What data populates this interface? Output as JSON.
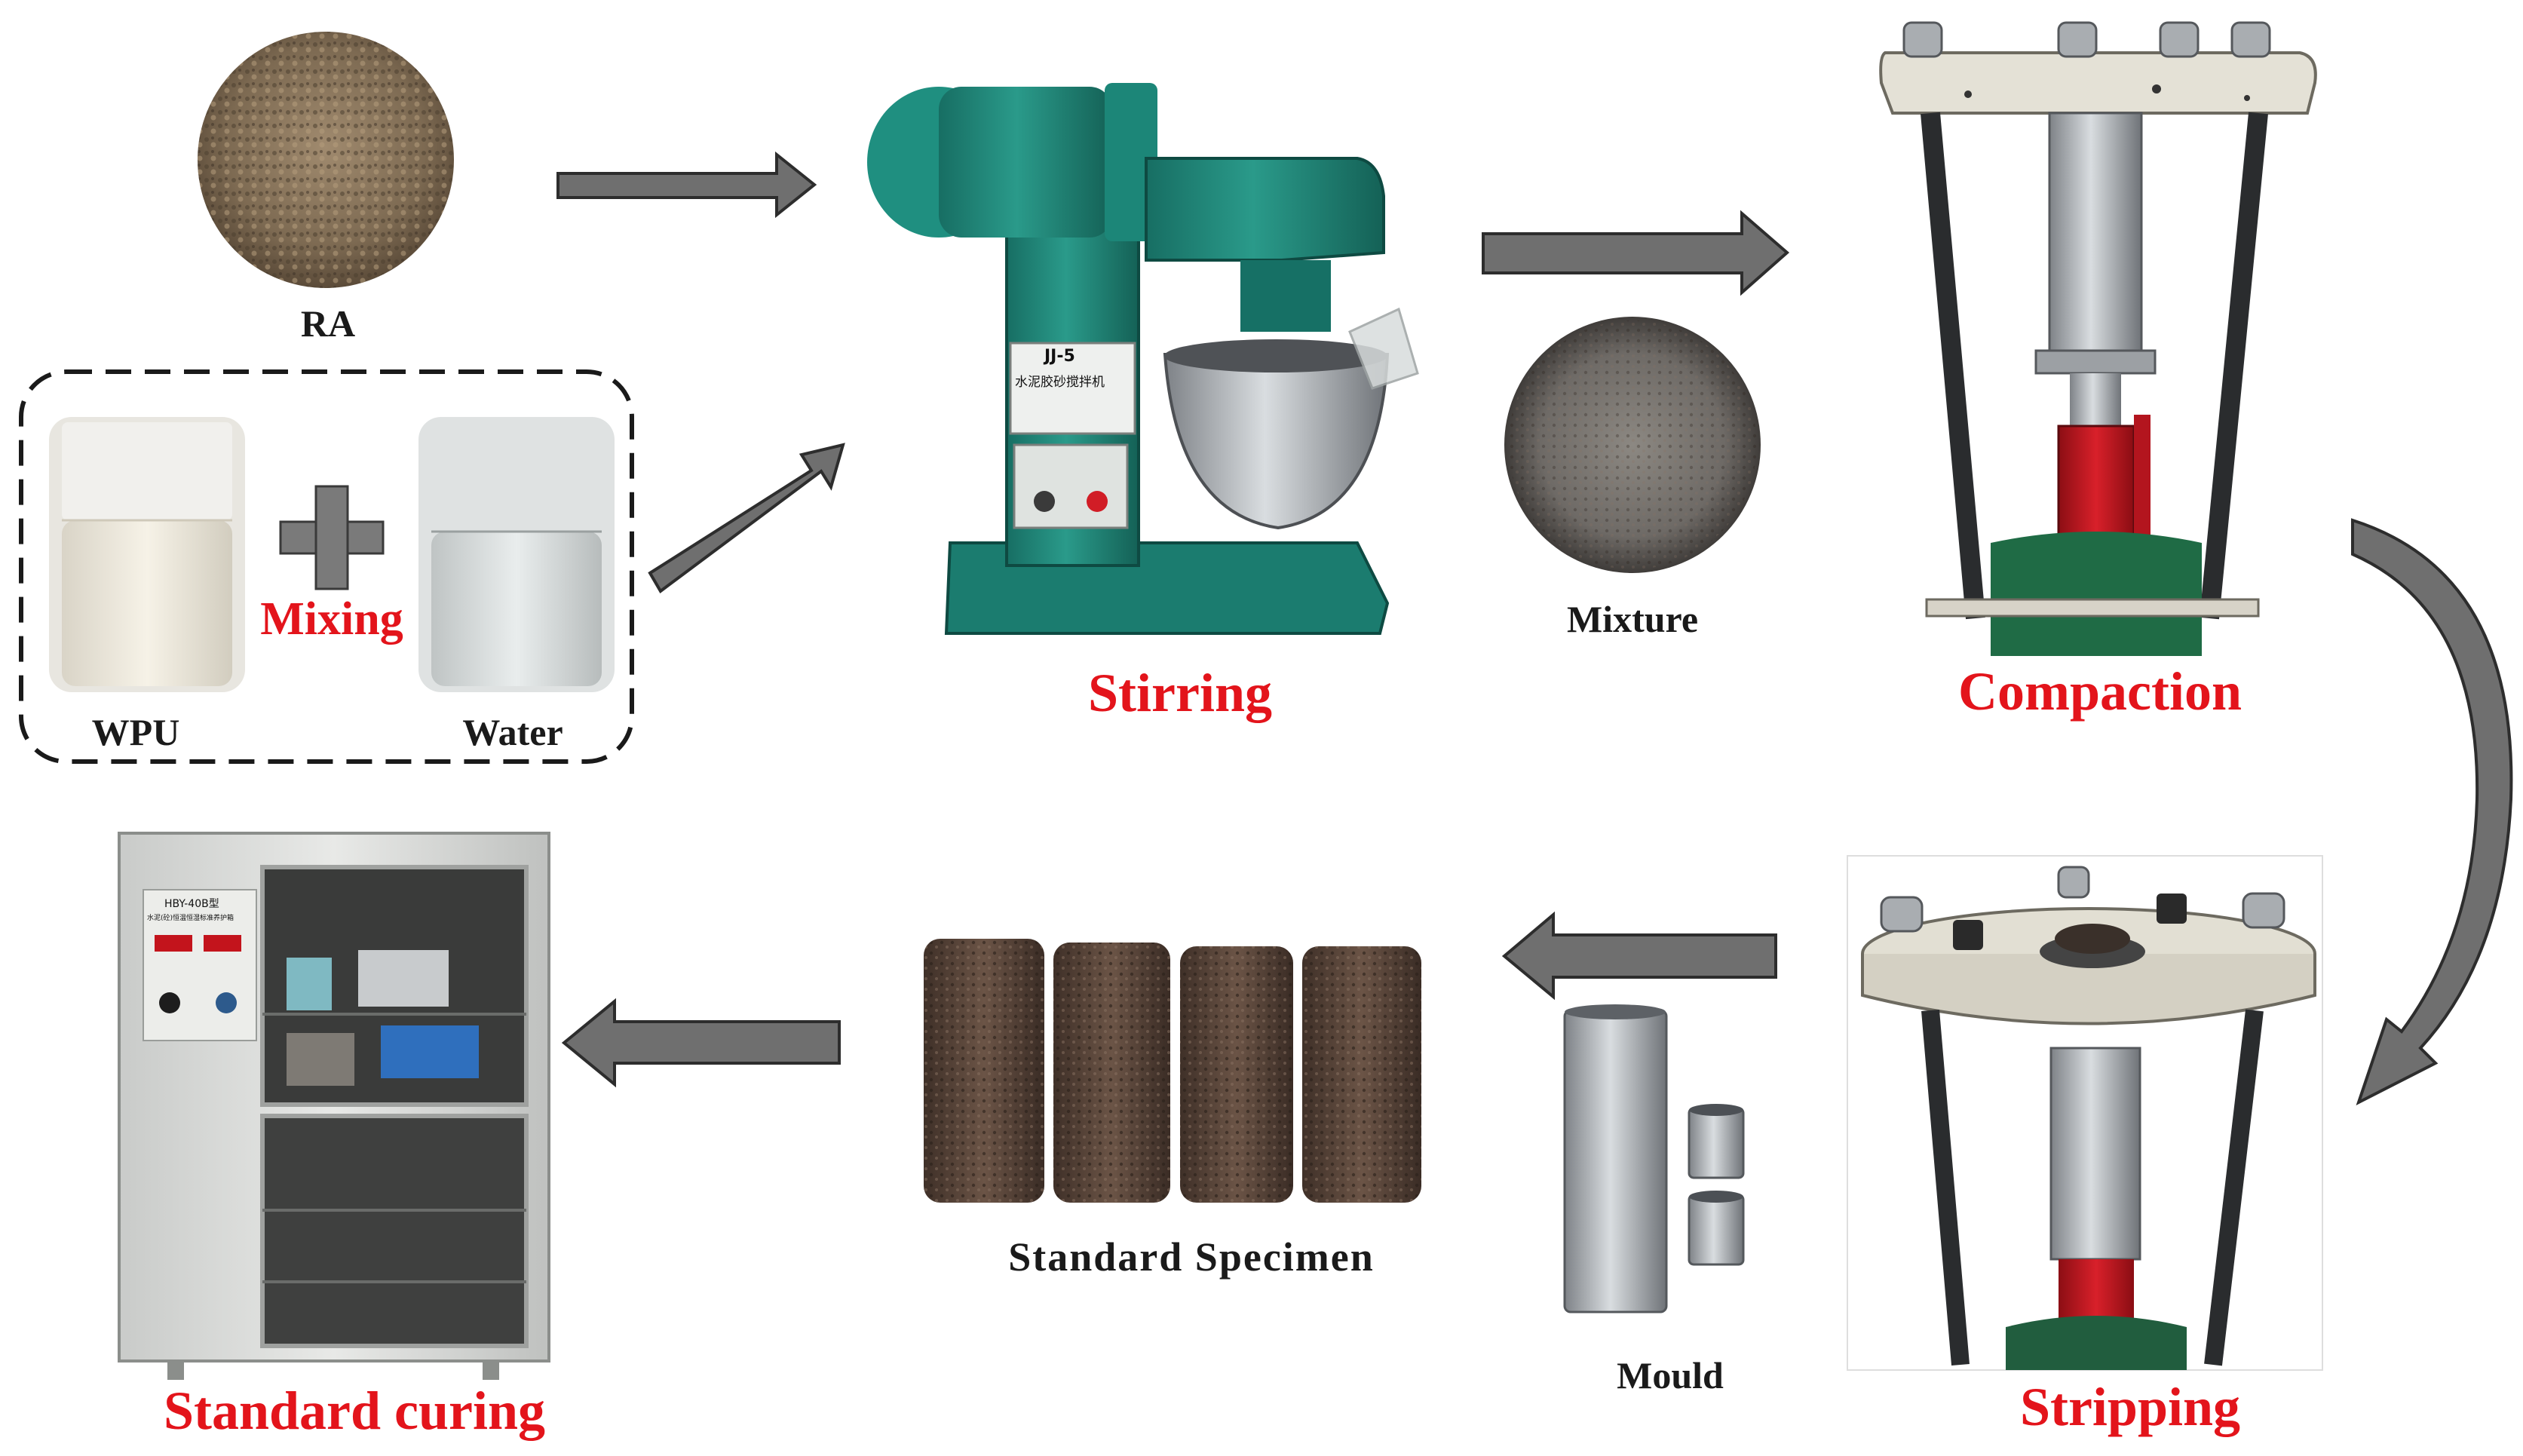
{
  "labels": {
    "ra": "RA",
    "wpu": "WPU",
    "water": "Water",
    "mixing": "Mixing",
    "stirring": "Stirring",
    "mixture": "Mixture",
    "compaction": "Compaction",
    "stripping": "Stripping",
    "mould": "Mould",
    "specimen": "Standard Specimen",
    "curing": "Standard curing"
  },
  "device_text": {
    "mixer_model": "JJ-5",
    "mixer_name": "水泥胶砂搅拌机",
    "cabinet_model": "HBY-40B型",
    "cabinet_name": "水泥(砼)恒温恒湿标准养护箱"
  },
  "colors": {
    "arrow_fill": "#6f6f6f",
    "arrow_stroke": "#2d2d2d",
    "accent_red": "#e3141b",
    "mixer_green": "#1f8a7c",
    "hydraulic_red": "#c0141e"
  },
  "icons": [
    "plus-icon",
    "arrow-right-icon",
    "arrow-left-icon",
    "curved-arrow-down-icon"
  ]
}
